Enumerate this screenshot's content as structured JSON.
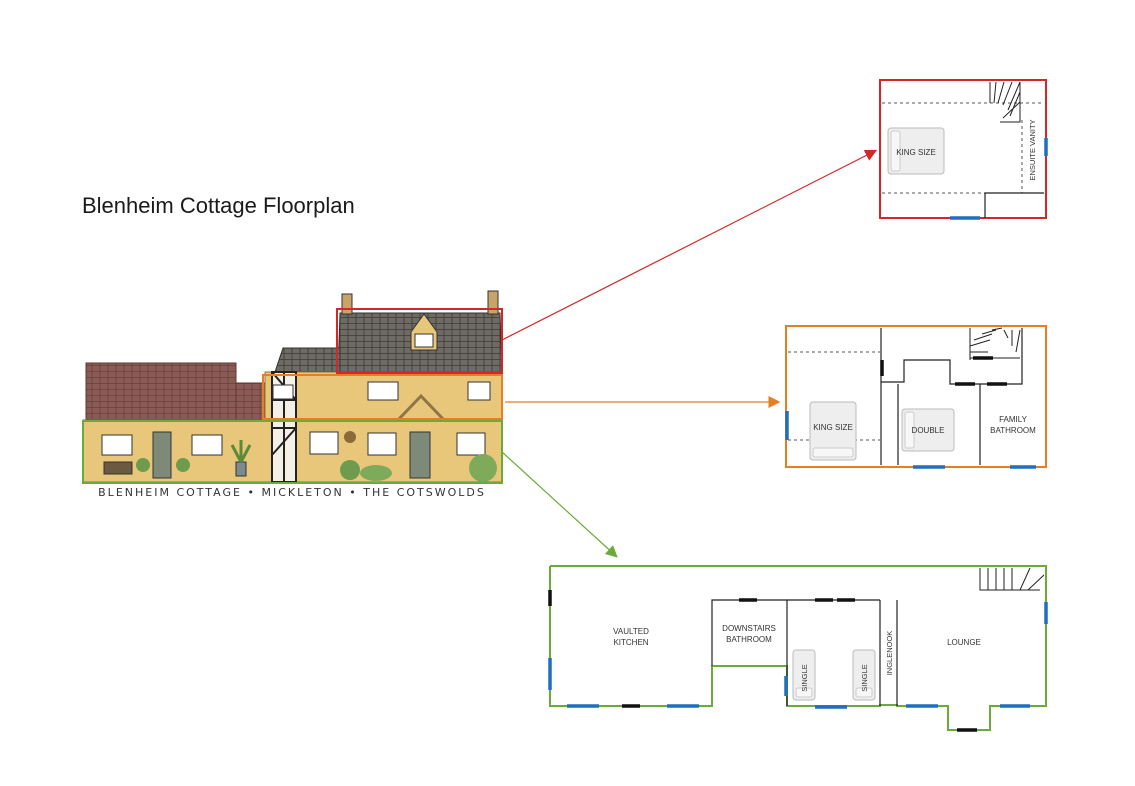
{
  "title": "Blenheim Cottage Floorplan",
  "caption": "BLENHEIM COTTAGE • MICKLETON • THE COTSWOLDS",
  "colors": {
    "top_floor": "#d62728",
    "first_floor": "#e67e22",
    "ground_floor": "#6aab3a",
    "window": "#1f6fbf",
    "door": "#111111",
    "stone": "#e8c77a",
    "roof": "#8a5a54",
    "slate": "#5d5a55"
  },
  "top_floor": {
    "bed_label": "KING SIZE",
    "vanity_label": "ENSUITE VANITY"
  },
  "first_floor": {
    "bed1_label": "KING SIZE",
    "bed2_label": "DOUBLE",
    "bathroom_label_1": "FAMILY",
    "bathroom_label_2": "BATHROOM"
  },
  "ground_floor": {
    "kitchen_label_1": "VAULTED",
    "kitchen_label_2": "KITCHEN",
    "bathroom_label_1": "DOWNSTAIRS",
    "bathroom_label_2": "BATHROOM",
    "single1_label": "SINGLE",
    "single2_label": "SINGLE",
    "inglenook_label": "INGLENOOK",
    "lounge_label": "LOUNGE"
  }
}
